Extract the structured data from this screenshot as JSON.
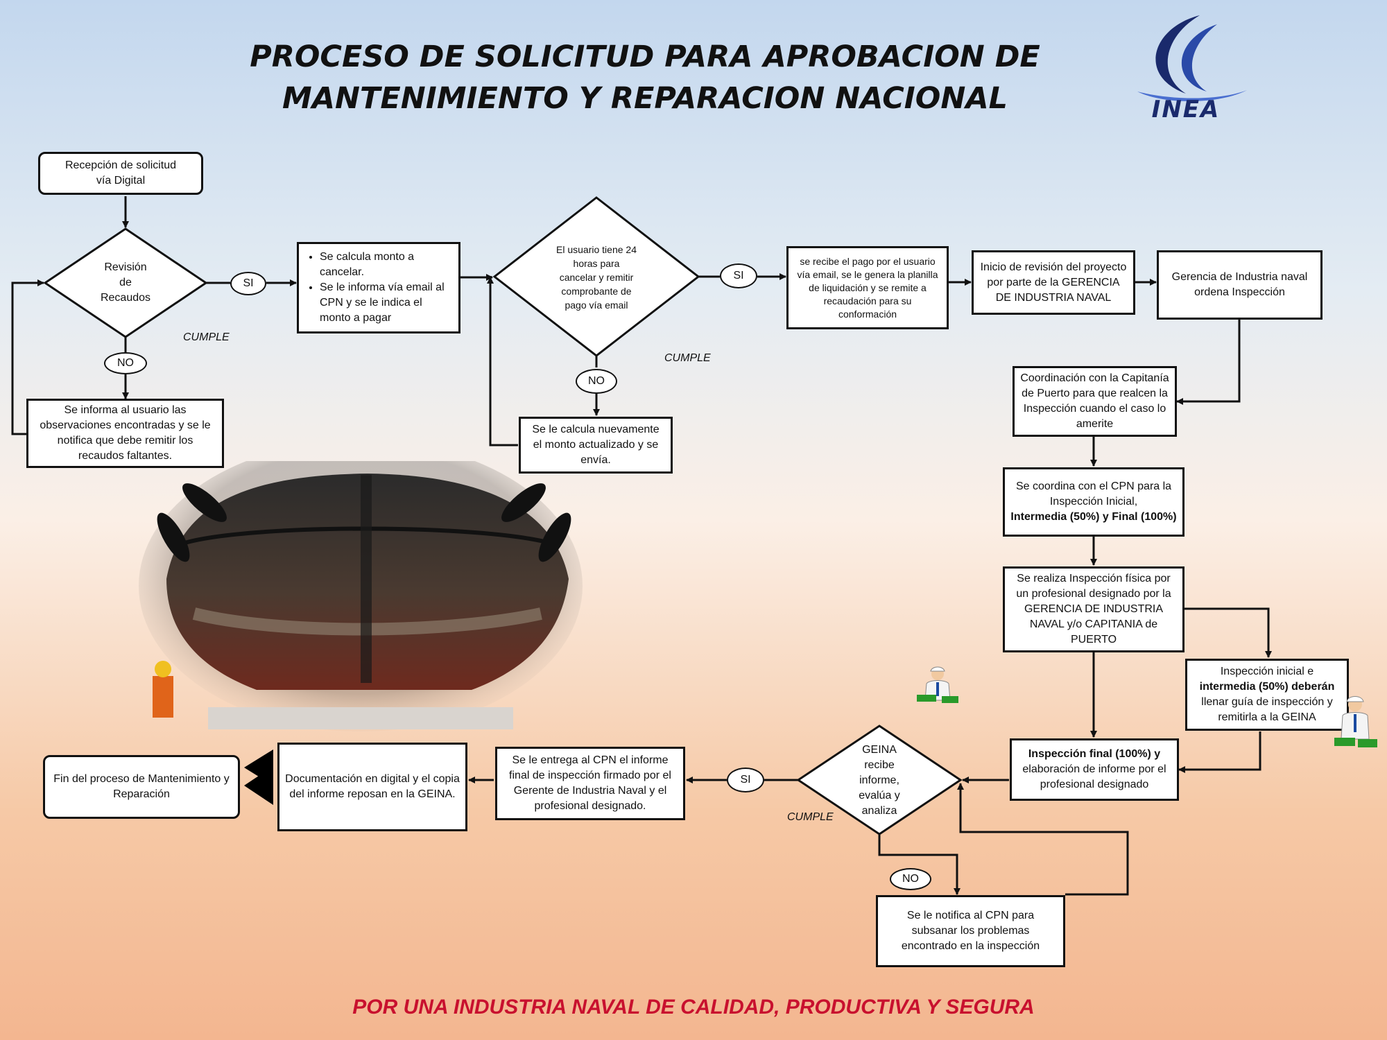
{
  "title": {
    "line1": "PROCESO DE SOLICITUD PARA APROBACION DE",
    "line2": "MANTENIMIENTO Y REPARACION  NACIONAL"
  },
  "logo": {
    "text": "INEA",
    "color": "#1a2a6c"
  },
  "footer": "POR UNA INDUSTRIA NAVAL DE CALIDAD, PRODUCTIVA Y SEGURA",
  "nodes": {
    "start": {
      "line1": "Recepción de solicitud",
      "line2": "vía Digital"
    },
    "review": {
      "line1": "Revisión",
      "line2": "de",
      "line3": "Recaudos"
    },
    "notify_missing": "Se informa al usuario las observaciones encontradas y se le notifica que debe remitir los recaudos faltantes.",
    "calc_amount": {
      "bullet1": "Se calcula monto a cancelar.",
      "bullet2": "Se le informa vía email al CPN y se le indica el monto a pagar"
    },
    "payment_check": "El usuario tiene 24 horas para cancelar y remitir comprobante de pago vía email",
    "recalc": "Se le calcula nuevamente el monto actualizado y se envía.",
    "payment_received": "se recibe el pago por el usuario vía email, se le genera la planilla de liquidación y se remite a recaudación para su conformación",
    "review_start": "Inicio de revisión del proyecto por parte de la GERENCIA DE INDUSTRIA NAVAL",
    "order_inspection": "Gerencia de Industria naval ordena Inspección",
    "coordination_port": "Coordinación con la Capitanía de Puerto para que realcen la Inspección cuando el caso lo amerite",
    "coordinate_cpn": {
      "part1": "Se coordina con el CPN  para la Inspección Inicial,",
      "part2": "Intermedia (50%) y Final (100%)"
    },
    "physical_inspection": "Se realiza Inspección física por un profesional designado por la GERENCIA DE INDUSTRIA NAVAL y/o CAPITANIA de PUERTO",
    "initial_intermediate": {
      "part1": "Inspección inicial e",
      "part2": "intermedia (50%) deberán",
      "part3": "llenar guía de inspección y remitirla a la GEINA"
    },
    "final_inspection": {
      "part1": "Inspección final (100%) y",
      "part2": "elaboración de informe por el profesional designado"
    },
    "geina_review": {
      "line1": "GEINA",
      "line2": "recibe",
      "line3": "informe,",
      "line4": "evalúa y",
      "line5": "analiza"
    },
    "notify_cpn": "Se le notifica al CPN para subsanar los problemas encontrado en la inspección",
    "deliver_report": "Se le entrega al CPN el informe final de inspección  firmado por el Gerente de Industria Naval y el profesional designado.",
    "documentation": "Documentación en digital y el copia del informe reposan en la GEINA.",
    "end": "Fin del proceso de Mantenimiento y Reparación"
  },
  "labels": {
    "si": "SI",
    "no": "NO",
    "cumple": "CUMPLE"
  }
}
